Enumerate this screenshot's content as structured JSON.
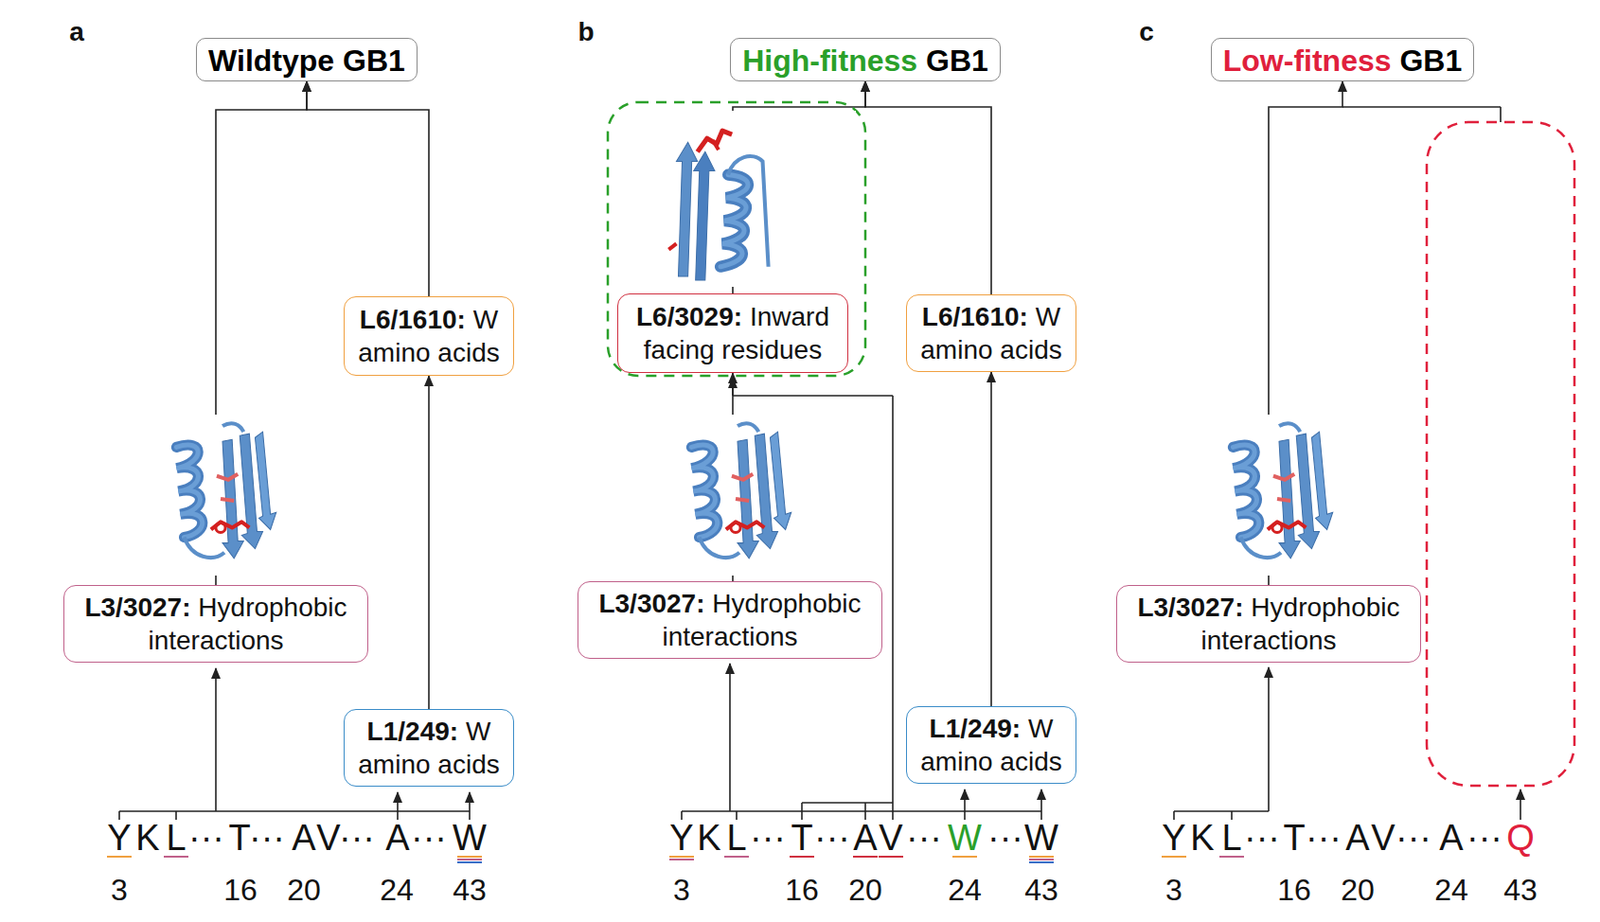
{
  "diagram": {
    "nodes": [
      {
        "text": [
          "Wildtype",
          "GB1"
        ]
      },
      {
        "text": [
          "L6/1610:",
          "W amino acids"
        ]
      },
      {
        "text": [
          "L3/3027:",
          "Hydrophobic interactions"
        ]
      },
      {
        "text": [
          "L1/249:",
          "W amino acids"
        ]
      },
      {
        "text": [
          "High-fitness",
          "GB1"
        ]
      },
      {
        "text": [
          "L6/3029:",
          "Inward facing residues"
        ]
      },
      {
        "text": [
          "L6/1610:",
          "W amino acids"
        ]
      },
      {
        "text": [
          "L3/3027:",
          "Hydrophobic interactions"
        ]
      },
      {
        "text": [
          "L1/249:",
          "W amino acids"
        ]
      },
      {
        "text": [
          "Low-fitness",
          "GB1"
        ]
      },
      {
        "text": [
          "L3/3027:",
          "Hydrophobic interactions"
        ]
      }
    ],
    "edges": [
      {
        "from": 2,
        "to": 0,
        "arrow": "to"
      },
      {
        "from": 3,
        "to": 1,
        "arrow": "to"
      },
      {
        "from": 1,
        "to": 0,
        "arrow": "to"
      },
      {
        "from": 7,
        "to": 5,
        "arrow": "to"
      },
      {
        "from": 5,
        "to": 4,
        "arrow": "to"
      },
      {
        "from": 8,
        "to": 6,
        "arrow": "to"
      },
      {
        "from": 6,
        "to": 4,
        "arrow": "to"
      },
      {
        "from": 10,
        "to": 9,
        "arrow": "to"
      }
    ],
    "labels": [
      "a",
      "Y",
      "K",
      "L",
      "···",
      "T",
      "···",
      "A",
      "V",
      "···",
      "A",
      "···",
      "W",
      "3",
      "16",
      "20",
      "24",
      "43",
      "b",
      "Y",
      "K",
      "L",
      "···",
      "T",
      "···",
      "A",
      "V",
      "···",
      "W",
      "···",
      "W",
      "3",
      "16",
      "20",
      "24",
      "43",
      "c",
      "Y",
      "K",
      "L",
      "···",
      "T",
      "···",
      "A",
      "V",
      "···",
      "A",
      "···",
      "Q",
      "3",
      "16",
      "20",
      "24",
      "43"
    ]
  }
}
